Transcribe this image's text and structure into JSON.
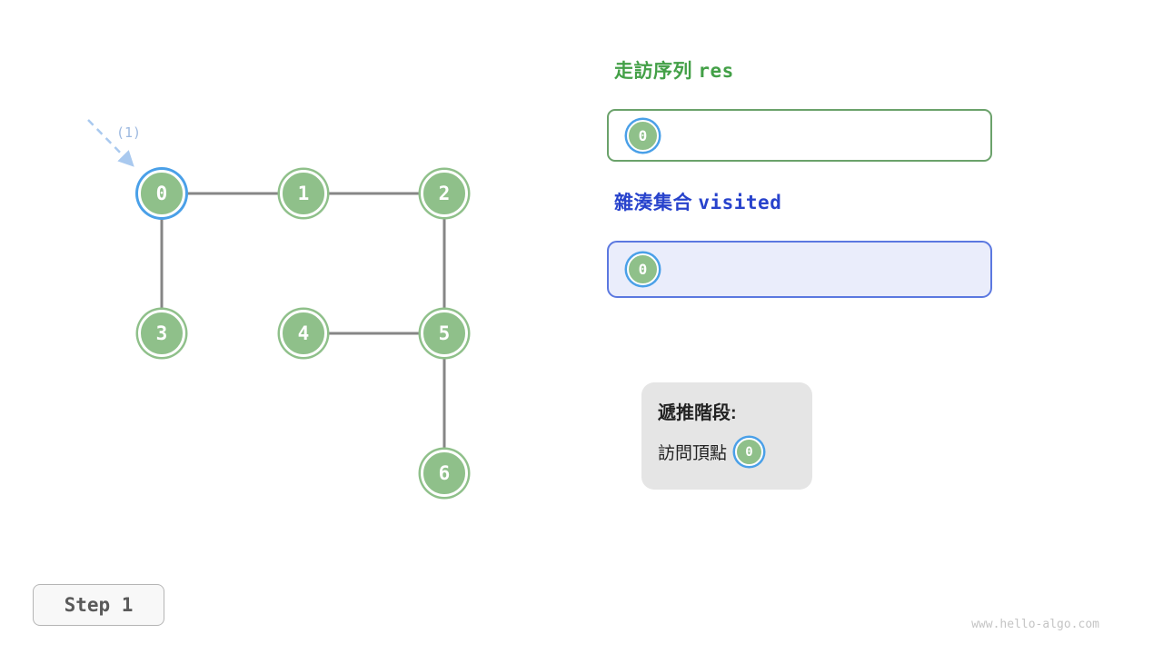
{
  "graph": {
    "nodes": [
      {
        "label": "0",
        "highlighted": true
      },
      {
        "label": "1",
        "highlighted": false
      },
      {
        "label": "2",
        "highlighted": false
      },
      {
        "label": "3",
        "highlighted": false
      },
      {
        "label": "4",
        "highlighted": false
      },
      {
        "label": "5",
        "highlighted": false
      },
      {
        "label": "6",
        "highlighted": false
      }
    ],
    "edges": [
      [
        "0",
        "1"
      ],
      [
        "1",
        "2"
      ],
      [
        "0",
        "3"
      ],
      [
        "2",
        "5"
      ],
      [
        "4",
        "5"
      ],
      [
        "5",
        "6"
      ]
    ]
  },
  "annotation": {
    "step_label": "(1)"
  },
  "panels": {
    "res": {
      "title_zh": "走訪序列",
      "title_code": "res",
      "items": [
        {
          "label": "0"
        }
      ]
    },
    "visited": {
      "title_zh": "雜湊集合",
      "title_code": "visited",
      "items": [
        {
          "label": "0"
        }
      ]
    },
    "stage": {
      "title": "遞推階段:",
      "action_label": "訪問頂點",
      "node_label": "0"
    }
  },
  "step": {
    "label": "Step 1"
  },
  "watermark": "www.hello-algo.com",
  "colors": {
    "node_green": "#8fc08a",
    "highlight_blue": "#4aa0e8",
    "res_title_green": "#43a047",
    "visited_title_blue": "#2843cc",
    "visited_box_bg": "#eaedfb",
    "stage_box_bg": "#e5e5e5",
    "edge_gray": "#868686"
  }
}
